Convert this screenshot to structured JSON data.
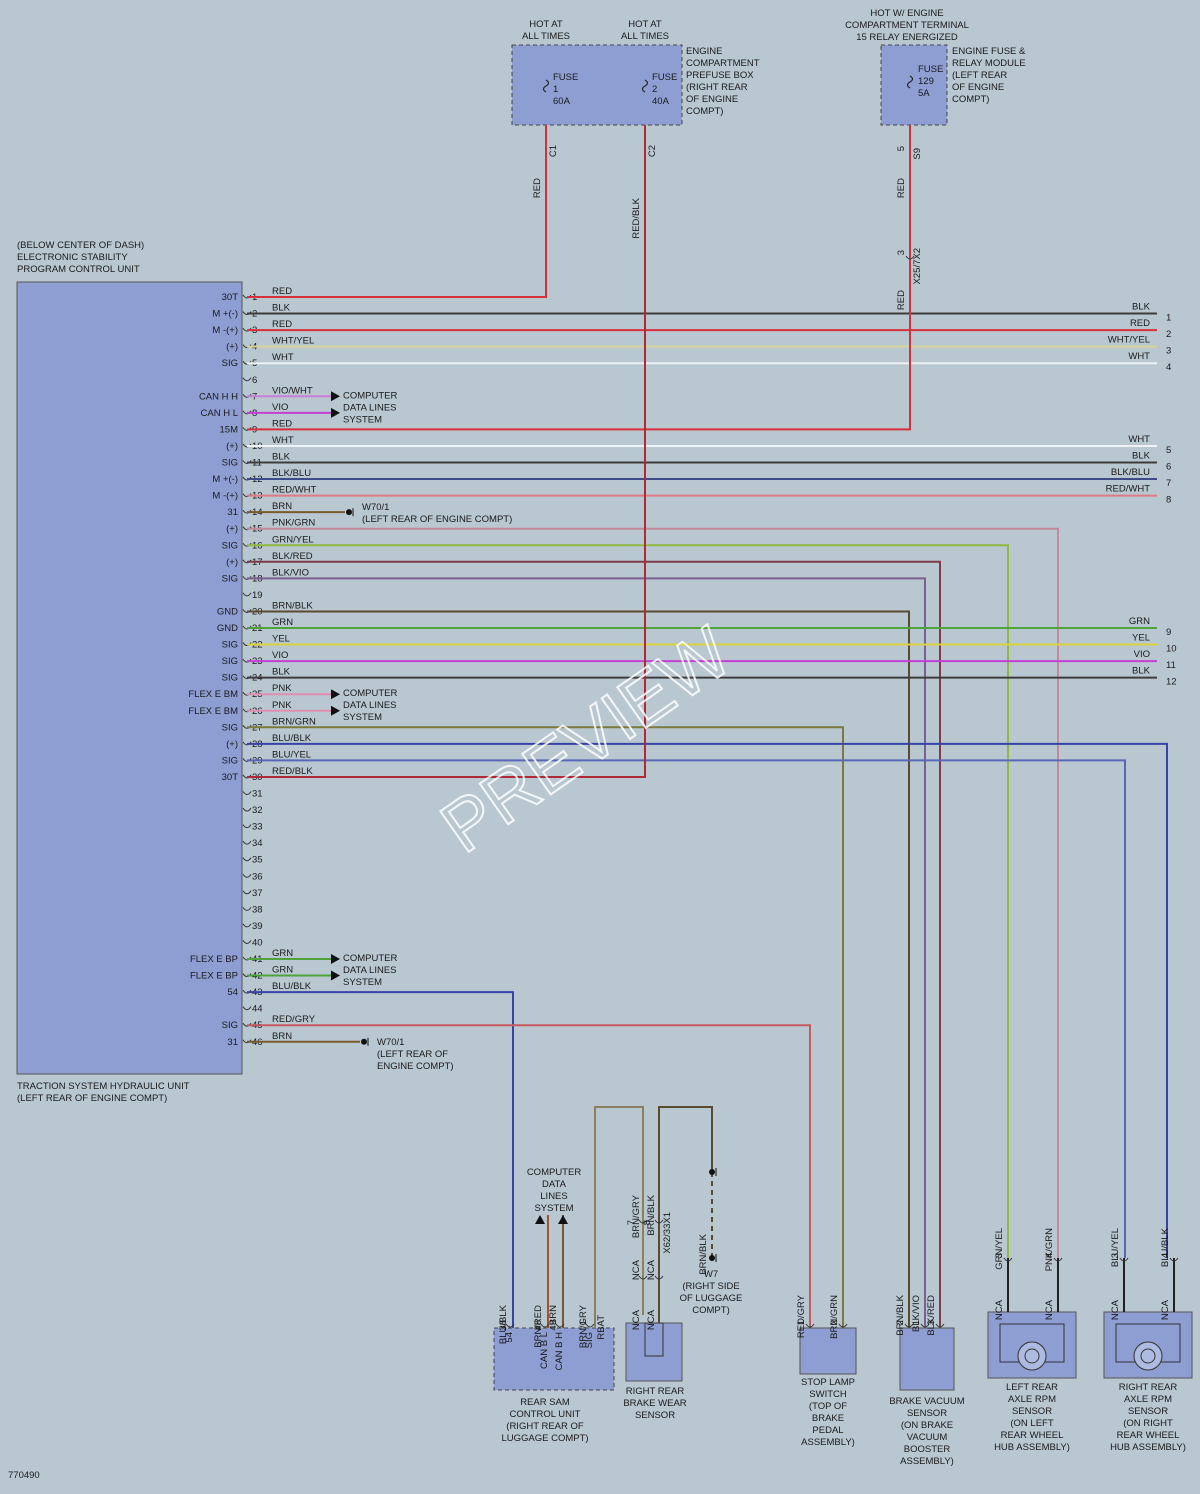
{
  "diagram_id": "770490",
  "watermark": "PREVIEW",
  "colors": {
    "RED": "#d8303a",
    "BLK": "#3c3c3c",
    "WHT": "#eef2f4",
    "WHT/YEL": "#d7d49a",
    "VIO": "#c33fd6",
    "VIO/WHT": "#c97fd8",
    "GRN": "#4ea33a",
    "YEL": "#dcd239",
    "BRN": "#7a5a2c",
    "PNK": "#df8fb0",
    "BLU": "#3246c6",
    "RED/BLK": "#b02a36",
    "BLK/BLU": "#3e4a8a",
    "RED/WHT": "#e07b86",
    "PNK/GRN": "#c28a9a",
    "GRN/YEL": "#8fba3f",
    "BLK/RED": "#7b3d46",
    "BLK/VIO": "#7b5f8e",
    "BRN/BLK": "#5a4a2e",
    "BRN/GRN": "#7a7a3c",
    "BLU/BLK": "#3843a6",
    "BLU/YEL": "#5867b8",
    "RED/GRY": "#c75a5f",
    "BRN/RED": "#a6502c",
    "BRN/GRY": "#8d8060",
    "module": "#8e9ed3"
  },
  "sources": {
    "fuse1_hot": "HOT AT\nALL TIMES",
    "fuse2_hot": "HOT AT\nALL TIMES",
    "fuse129_hot": "HOT W/ ENGINE\nCOMPARTMENT TERMINAL\n15 RELAY ENERGIZED",
    "fuse1": "FUSE\n1\n60A",
    "fuse2": "FUSE\n2\n40A",
    "fuse129": "FUSE\n129\n5A",
    "prefuse_box": "ENGINE\nCOMPARTMENT\nPREFUSE BOX\n(RIGHT REAR\nOF ENGINE\nCOMPT)",
    "fuse_relay": "ENGINE FUSE &\nRELAY MODULE\n(LEFT REAR\nOF ENGINE\nCOMPT)",
    "c1": "C1",
    "c2": "C2",
    "s9": "S9",
    "pin5": "5",
    "wire_c1": "RED",
    "wire_c2": "RED/BLK",
    "wire_s9": "RED",
    "x25": "X25/7X2",
    "x25_pin": "3",
    "wire_x25": "RED"
  },
  "esp": {
    "title": "(BELOW CENTER OF DASH)\nELECTRONIC STABILITY\nPROGRAM CONTROL UNIT",
    "footer": "TRACTION SYSTEM HYDRAULIC UNIT\n(LEFT REAR OF ENGINE COMPT)",
    "pins": [
      {
        "pin": "1",
        "label": "30T",
        "wire": "RED"
      },
      {
        "pin": "2",
        "label": "M +(-)",
        "wire": "BLK"
      },
      {
        "pin": "3",
        "label": "M -(+)",
        "wire": "RED"
      },
      {
        "pin": "4",
        "label": "(+)",
        "wire": "WHT/YEL"
      },
      {
        "pin": "5",
        "label": "SIG",
        "wire": "WHT"
      },
      {
        "pin": "6",
        "label": "",
        "wire": ""
      },
      {
        "pin": "7",
        "label": "CAN H H",
        "wire": "VIO/WHT"
      },
      {
        "pin": "8",
        "label": "CAN H L",
        "wire": "VIO"
      },
      {
        "pin": "9",
        "label": "15M",
        "wire": "RED"
      },
      {
        "pin": "10",
        "label": "(+)",
        "wire": "WHT"
      },
      {
        "pin": "11",
        "label": "SIG",
        "wire": "BLK"
      },
      {
        "pin": "12",
        "label": "M +(-)",
        "wire": "BLK/BLU"
      },
      {
        "pin": "13",
        "label": "M -(+)",
        "wire": "RED/WHT"
      },
      {
        "pin": "14",
        "label": "31",
        "wire": "BRN"
      },
      {
        "pin": "15",
        "label": "(+)",
        "wire": "PNK/GRN"
      },
      {
        "pin": "16",
        "label": "SIG",
        "wire": "GRN/YEL"
      },
      {
        "pin": "17",
        "label": "(+)",
        "wire": "BLK/RED"
      },
      {
        "pin": "18",
        "label": "SIG",
        "wire": "BLK/VIO"
      },
      {
        "pin": "19",
        "label": "",
        "wire": ""
      },
      {
        "pin": "20",
        "label": "GND",
        "wire": "BRN/BLK"
      },
      {
        "pin": "21",
        "label": "GND",
        "wire": "GRN"
      },
      {
        "pin": "22",
        "label": "SIG",
        "wire": "YEL"
      },
      {
        "pin": "23",
        "label": "SIG",
        "wire": "VIO"
      },
      {
        "pin": "24",
        "label": "SIG",
        "wire": "BLK"
      },
      {
        "pin": "25",
        "label": "FLEX E BM",
        "wire": "PNK"
      },
      {
        "pin": "26",
        "label": "FLEX E BM",
        "wire": "PNK"
      },
      {
        "pin": "27",
        "label": "SIG",
        "wire": "BRN/GRN"
      },
      {
        "pin": "28",
        "label": "(+)",
        "wire": "BLU/BLK"
      },
      {
        "pin": "29",
        "label": "SIG",
        "wire": "BLU/YEL"
      },
      {
        "pin": "30",
        "label": "30T",
        "wire": "RED/BLK"
      },
      {
        "pin": "31",
        "label": "",
        "wire": ""
      },
      {
        "pin": "32",
        "label": "",
        "wire": ""
      },
      {
        "pin": "33",
        "label": "",
        "wire": ""
      },
      {
        "pin": "34",
        "label": "",
        "wire": ""
      },
      {
        "pin": "35",
        "label": "",
        "wire": ""
      },
      {
        "pin": "36",
        "label": "",
        "wire": ""
      },
      {
        "pin": "37",
        "label": "",
        "wire": ""
      },
      {
        "pin": "38",
        "label": "",
        "wire": ""
      },
      {
        "pin": "39",
        "label": "",
        "wire": ""
      },
      {
        "pin": "40",
        "label": "",
        "wire": ""
      },
      {
        "pin": "41",
        "label": "FLEX E BP",
        "wire": "GRN"
      },
      {
        "pin": "42",
        "label": "FLEX E BP",
        "wire": "GRN"
      },
      {
        "pin": "43",
        "label": "54",
        "wire": "BLU/BLK"
      },
      {
        "pin": "44",
        "label": "",
        "wire": ""
      },
      {
        "pin": "45",
        "label": "SIG",
        "wire": "RED/GRY"
      },
      {
        "pin": "46",
        "label": "31",
        "wire": "BRN"
      }
    ]
  },
  "right_connector": [
    {
      "pin": "1",
      "wire": "BLK"
    },
    {
      "pin": "2",
      "wire": "RED"
    },
    {
      "pin": "3",
      "wire": "WHT/YEL"
    },
    {
      "pin": "4",
      "wire": "WHT"
    },
    {
      "pin": "5",
      "wire": "WHT"
    },
    {
      "pin": "6",
      "wire": "BLK"
    },
    {
      "pin": "7",
      "wire": "BLK/BLU"
    },
    {
      "pin": "8",
      "wire": "RED/WHT"
    },
    {
      "pin": "9",
      "wire": "GRN"
    },
    {
      "pin": "10",
      "wire": "YEL"
    },
    {
      "pin": "11",
      "wire": "VIO"
    },
    {
      "pin": "12",
      "wire": "BLK"
    }
  ],
  "data_lines": "COMPUTER\nDATA LINES\nSYSTEM",
  "ground_w70_1": "W70/1\n(LEFT REAR OF ENGINE COMPT)",
  "ground_w70_2": "W70/1\n(LEFT REAR OF\nENGINE COMPT)",
  "rear_sam": {
    "label": "REAR SAM\nCONTROL UNIT\n(RIGHT REAR OF\nLUGGAGE COMPT)",
    "data_lines": "COMPUTER\nDATA\nLINES\nSYSTEM",
    "pins": [
      {
        "pin": "38",
        "wire": "BLU/BLK",
        "func": "54"
      },
      {
        "pin": "48",
        "wire": "BRN/RED",
        "func": "CAN B L"
      },
      {
        "pin": "49",
        "wire": "BRN",
        "func": "CAN B H"
      },
      {
        "pin": "1",
        "wire": "BRN/GRY",
        "func": "SIG"
      }
    ]
  },
  "brake_wear": {
    "label": "RIGHT REAR\nBRAKE WEAR\nSENSOR",
    "x62": "X62/33X1",
    "pin_top_1": "7",
    "pin_top_2": "8",
    "wire_1": "BRN/GRY",
    "wire_2": "BRN/BLK",
    "nca": "NCA",
    "rbat": "RBAT",
    "w7_wire": "BRN/BLK",
    "w7": "W7\n(RIGHT SIDE\nOF LUGGAGE\nCOMPT)"
  },
  "stop_lamp": {
    "label": "STOP LAMP\nSWITCH\n(TOP OF\nBRAKE\nPEDAL\nASSEMBLY)",
    "pins": [
      {
        "pin": "1",
        "wire": "RED/GRY"
      },
      {
        "pin": "2",
        "wire": "BRN/GRN"
      }
    ]
  },
  "brake_vacuum": {
    "label": "BRAKE VACUUM\nSENSOR\n(ON BRAKE\nVACUUM\nBOOSTER\nASSEMBLY)",
    "pins": [
      {
        "pin": "2",
        "wire": "BRN/BLK"
      },
      {
        "pin": "1",
        "wire": "BLK/VIO"
      },
      {
        "pin": "3",
        "wire": "BLK/RED"
      }
    ]
  },
  "left_rpm": {
    "label": "LEFT REAR\nAXLE RPM\nSENSOR\n(ON LEFT\nREAR WHEEL\nHUB ASSEMBLY)",
    "pins": [
      {
        "pin": "3",
        "wire": "GRN/YEL"
      },
      {
        "pin": "4",
        "wire": "PNK/GRN"
      }
    ],
    "nca": "NCA"
  },
  "right_rpm": {
    "label": "RIGHT REAR\nAXLE RPM\nSENSOR\n(ON RIGHT\nREAR WHEEL\nHUB ASSEMBLY)",
    "pins": [
      {
        "pin": "3",
        "wire": "BLU/YEL"
      },
      {
        "pin": "4",
        "wire": "BLU/BLK"
      }
    ],
    "nca": "NCA"
  }
}
